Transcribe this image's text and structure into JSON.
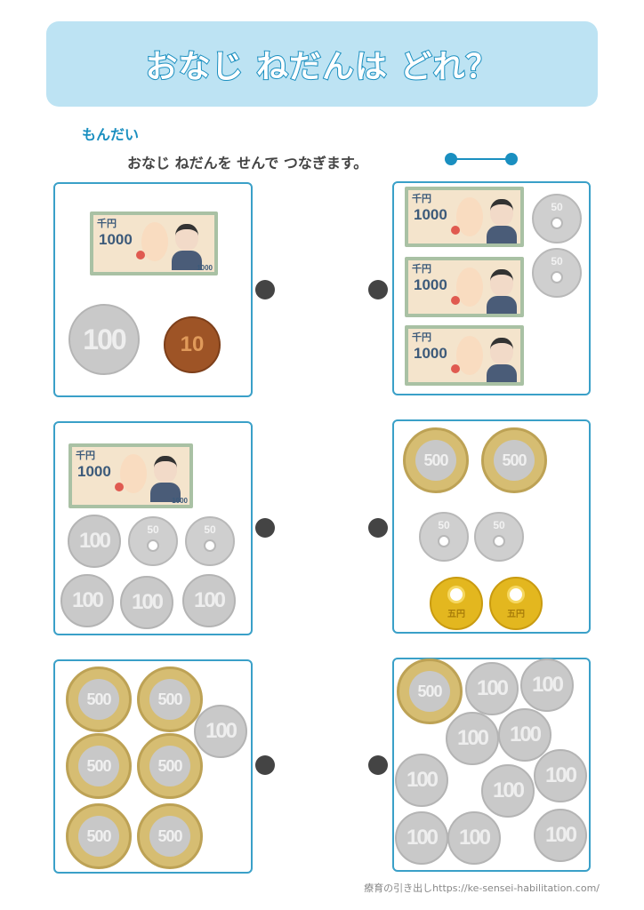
{
  "header": {
    "title": "おなじ ねだんは どれ？"
  },
  "question": {
    "label": "もんだい",
    "instruction": "おなじ ねだんを せんで つなぎます。"
  },
  "money": {
    "bill_kanji": "千円",
    "bill_value": "1000",
    "yen500": "500",
    "yen100": "100",
    "yen50": "50",
    "yen10": "10",
    "yen5": "五円"
  },
  "colors": {
    "accent": "#1a8fc0",
    "header_bg": "#bde3f3",
    "box_border": "#3aa0c8",
    "dot": "#444444"
  },
  "footer": {
    "credit": "療育の引き出しhttps://ke-sensei-habilitation.com/"
  }
}
